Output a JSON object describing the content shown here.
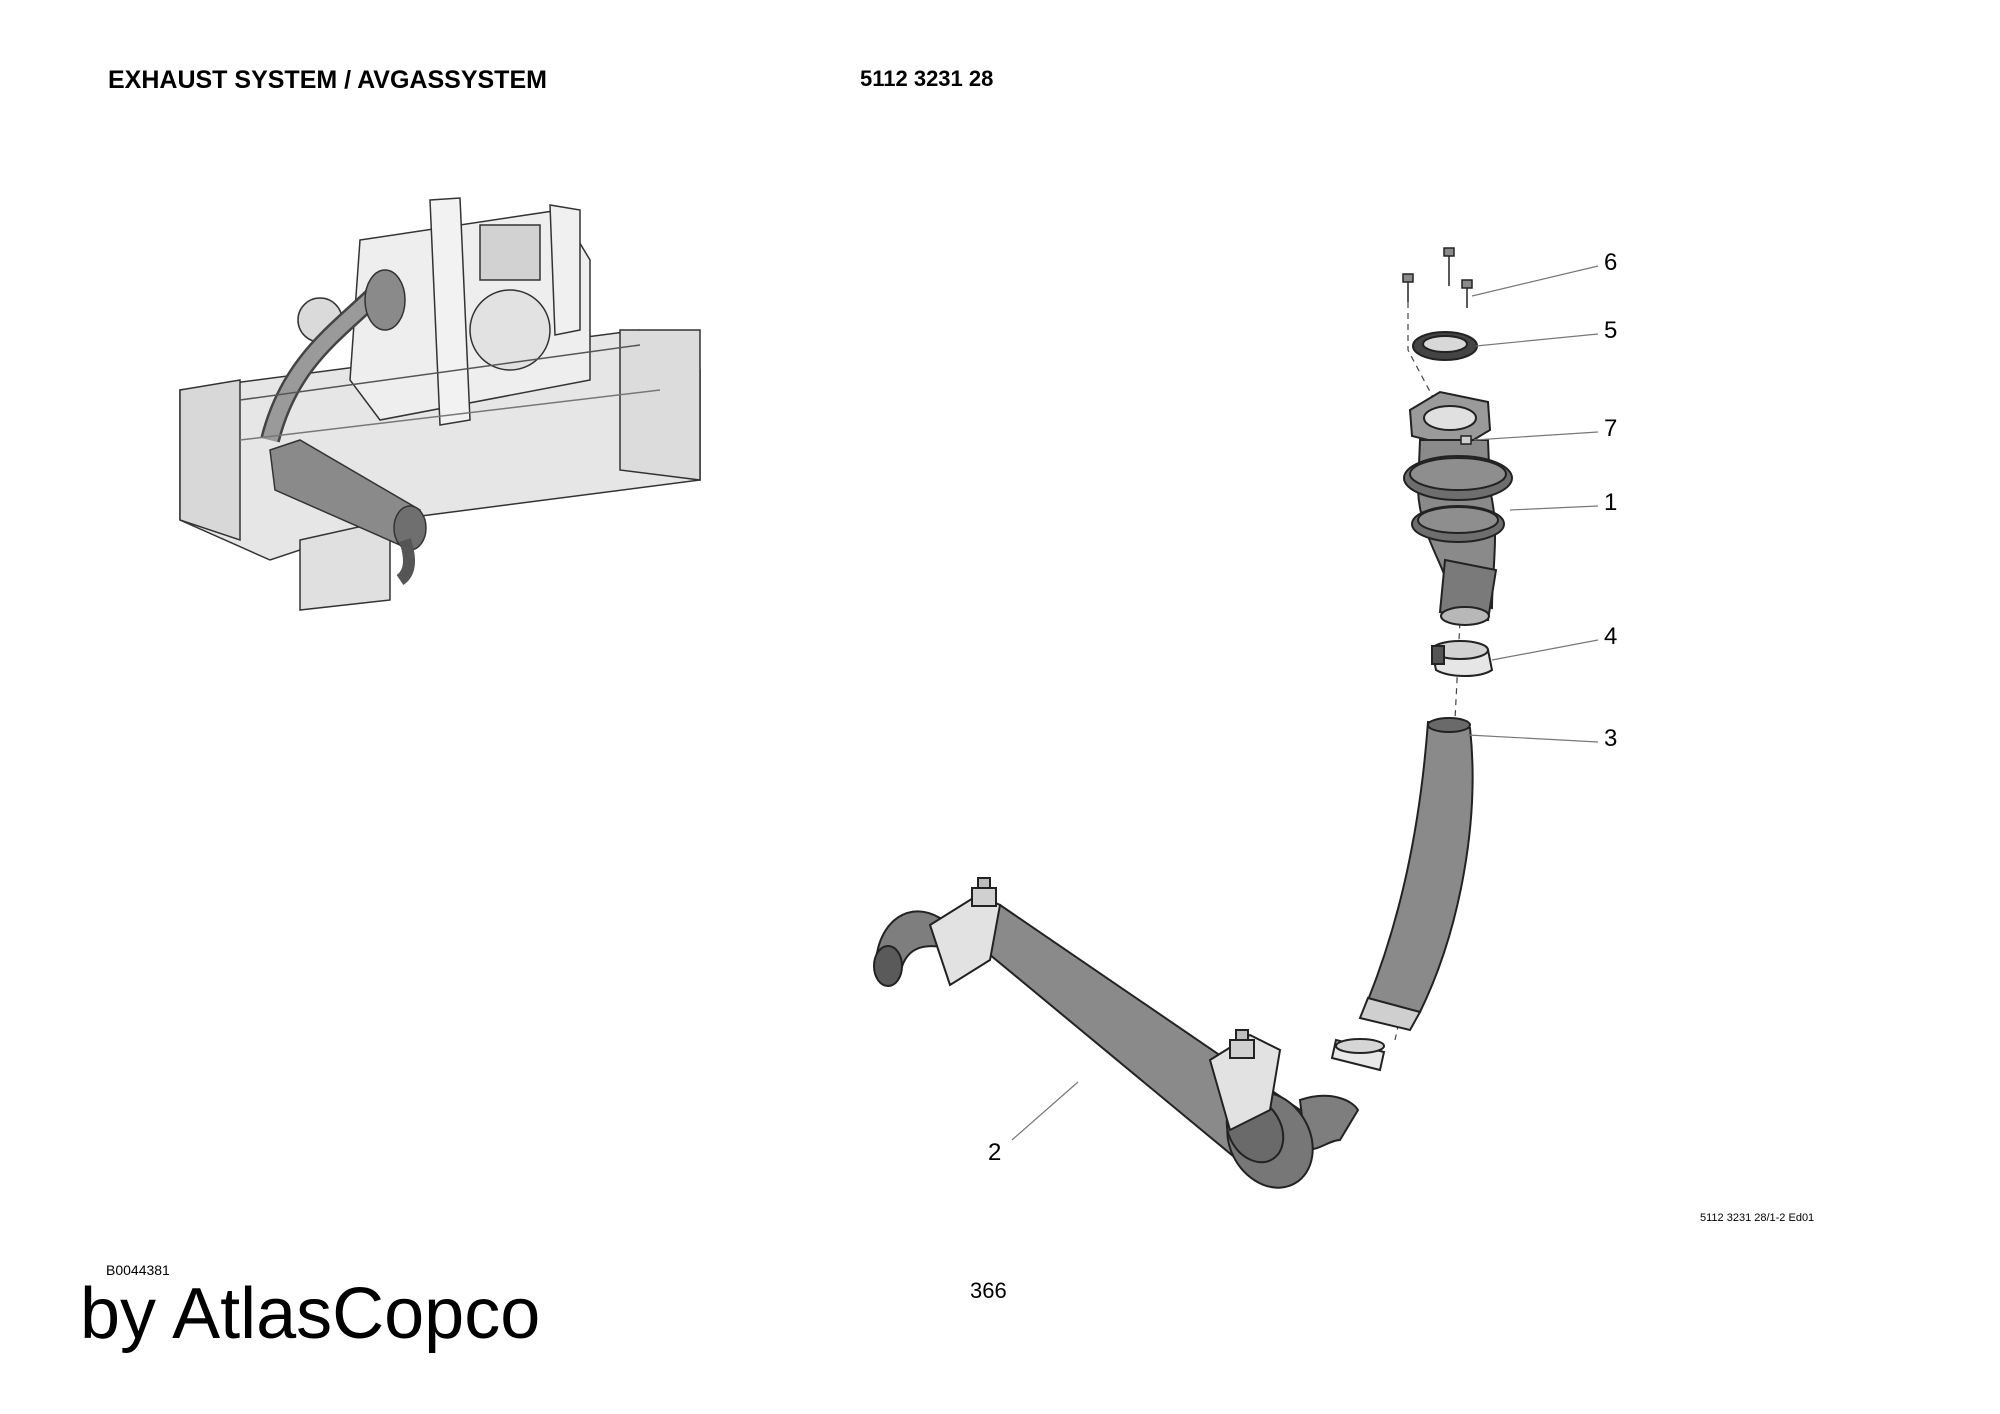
{
  "header": {
    "title": "EXHAUST SYSTEM / AVGASSYSTEM",
    "part_number": "5112 3231 28"
  },
  "callouts": [
    {
      "label": "6"
    },
    {
      "label": "5"
    },
    {
      "label": "7"
    },
    {
      "label": "1"
    },
    {
      "label": "4"
    },
    {
      "label": "3"
    },
    {
      "label": "2"
    }
  ],
  "footer": {
    "drawing_ref": "5112 3231 28/1-2 Ed01",
    "image_code": "B0044381",
    "page_number": "366",
    "watermark": "by AtlasCopco"
  },
  "colors": {
    "part_fill": "#8a8a8a",
    "part_dark": "#5e5e5e",
    "frame_fill": "#e4e4e4",
    "line": "#222222"
  }
}
